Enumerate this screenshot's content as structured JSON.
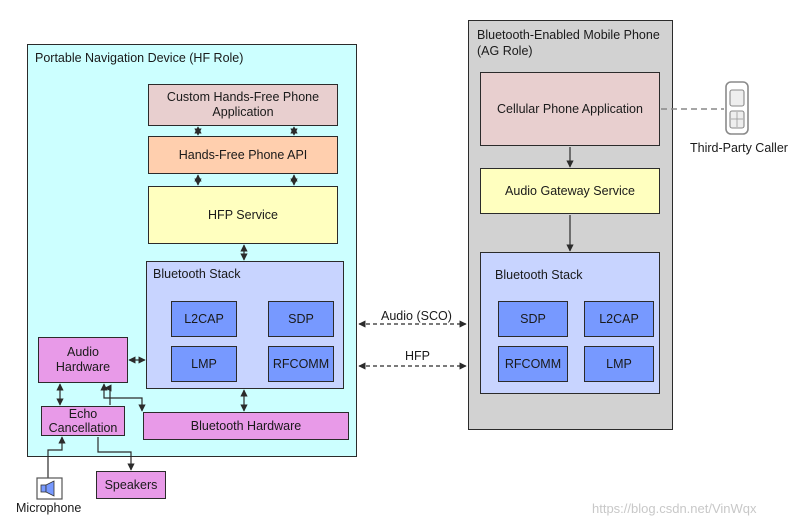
{
  "colors": {
    "hf_panel": "#ccffff",
    "ag_panel": "#d2d2d2",
    "pink_box": "#e8cfcf",
    "orange_box": "#ffcfae",
    "yellow_box": "#ffffbf",
    "stack_panel": "#c8d4ff",
    "blue_box": "#7799ff",
    "magenta_box": "#e89ae8",
    "line": "#2b2b2b",
    "dashed_gray": "#888888",
    "watermark": "#c8c8c8"
  },
  "hf_device": {
    "title": "Portable Navigation Device (HF Role)",
    "custom_app": "Custom Hands-Free Phone Application",
    "hf_api": "Hands-Free Phone API",
    "hfp_service": "HFP Service",
    "stack_title": "Bluetooth Stack",
    "stack_items": [
      "L2CAP",
      "SDP",
      "LMP",
      "RFCOMM"
    ],
    "audio_hw": "Audio Hardware",
    "echo_cancel": "Echo Cancellation",
    "bt_hw": "Bluetooth Hardware"
  },
  "ag_device": {
    "title": "Bluetooth-Enabled Mobile Phone (AG Role)",
    "cellular_app": "Cellular Phone Application",
    "gateway": "Audio Gateway Service",
    "stack_title": "Bluetooth Stack",
    "stack_items": [
      "SDP",
      "L2CAP",
      "RFCOMM",
      "LMP"
    ]
  },
  "links": {
    "audio_sco": "Audio (SCO)",
    "hfp": "HFP"
  },
  "external": {
    "caller": "Third-Party Caller",
    "microphone": "Microphone",
    "speakers": "Speakers"
  },
  "icons": [
    "phone-icon",
    "microphone-icon"
  ],
  "watermark": "https://blog.csdn.net/VinWqx"
}
